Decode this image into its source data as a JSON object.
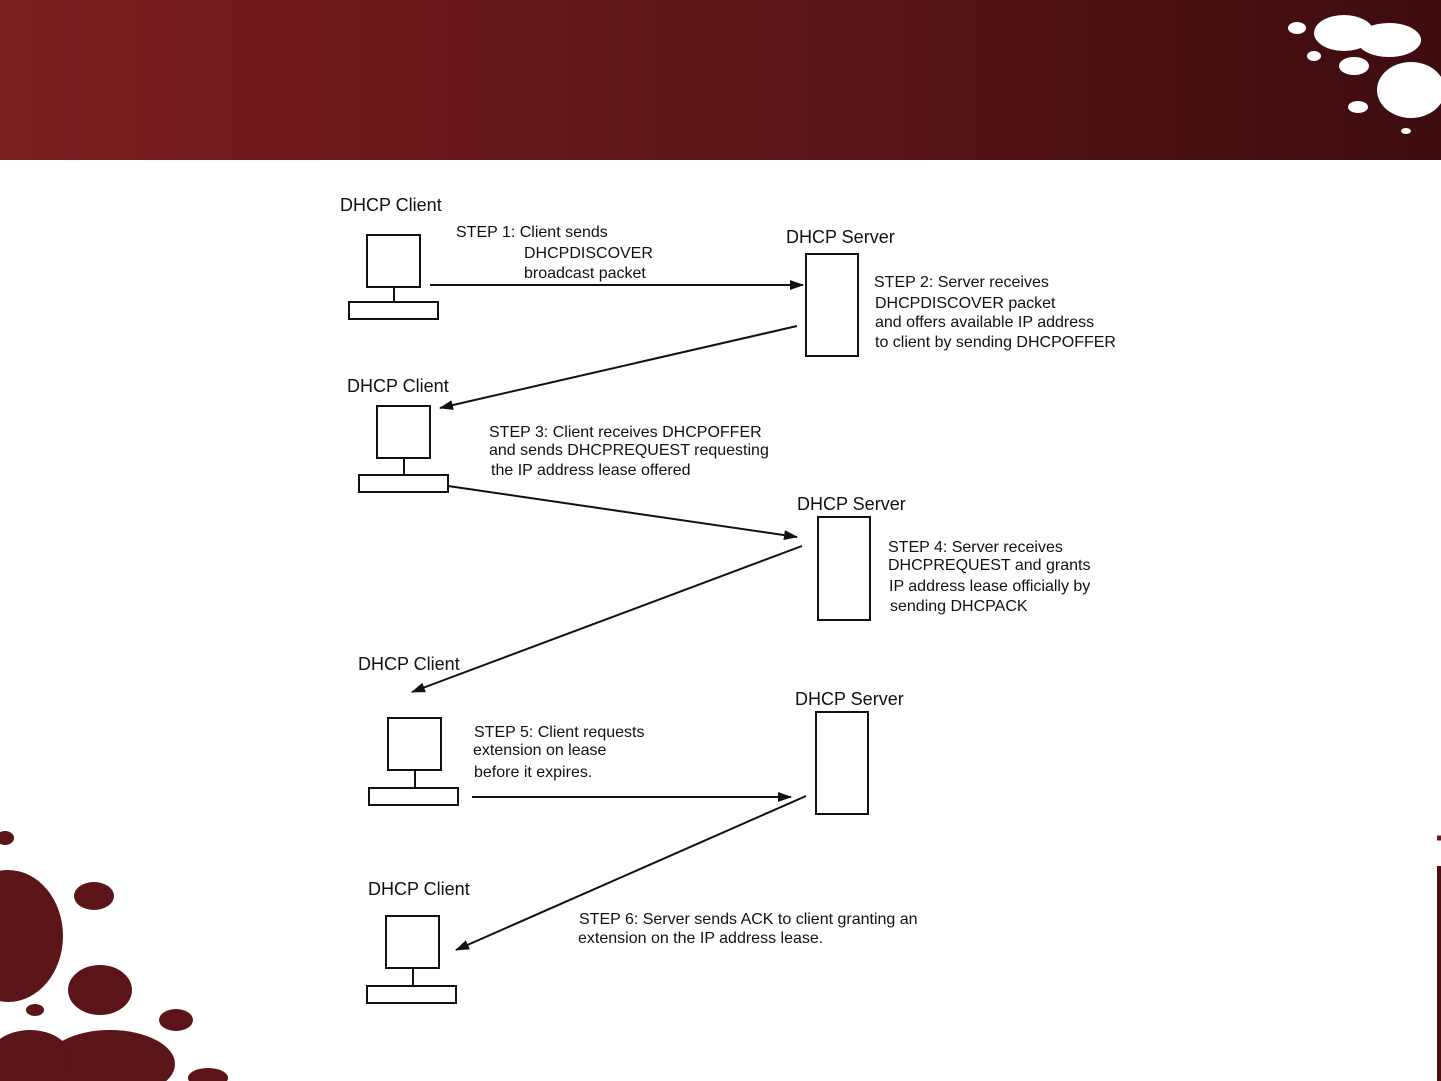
{
  "nodes": [
    {
      "id": "client1",
      "label": "DHCP Client"
    },
    {
      "id": "server1",
      "label": "DHCP Server"
    },
    {
      "id": "client2",
      "label": "DHCP Client"
    },
    {
      "id": "server2",
      "label": "DHCP Server"
    },
    {
      "id": "client3",
      "label": "DHCP Client"
    },
    {
      "id": "server3",
      "label": "DHCP Server"
    },
    {
      "id": "client4",
      "label": "DHCP Client"
    }
  ],
  "steps": [
    {
      "id": "step1",
      "lines": [
        "STEP 1: Client sends",
        "DHCPDISCOVER",
        "broadcast packet"
      ],
      "from": "client1",
      "to": "server1"
    },
    {
      "id": "step2",
      "lines": [
        "STEP 2: Server receives",
        "DHCPDISCOVER packet",
        "and offers available IP address",
        "to client by sending DHCPOFFER"
      ],
      "from": "server1",
      "to": "client2"
    },
    {
      "id": "step3",
      "lines": [
        "STEP 3: Client receives DHCPOFFER",
        "and sends DHCPREQUEST requesting",
        "the IP address lease offered"
      ],
      "from": "client2",
      "to": "server2"
    },
    {
      "id": "step4",
      "lines": [
        "STEP 4: Server receives",
        "DHCPREQUEST and grants",
        "IP address lease officially by",
        "sending DHCPACK"
      ],
      "from": "server2",
      "to": "client3"
    },
    {
      "id": "step5",
      "lines": [
        "STEP 5: Client requests",
        "extension on lease",
        "before it expires."
      ],
      "from": "client3",
      "to": "server3"
    },
    {
      "id": "step6",
      "lines": [
        "STEP 6: Server sends ACK to client granting an",
        "extension on the IP address lease."
      ],
      "from": "server3",
      "to": "client4"
    }
  ],
  "theme": {
    "banner_color": "#5b1518",
    "bubble_color": "#6b1719",
    "line_color": "#111111"
  }
}
